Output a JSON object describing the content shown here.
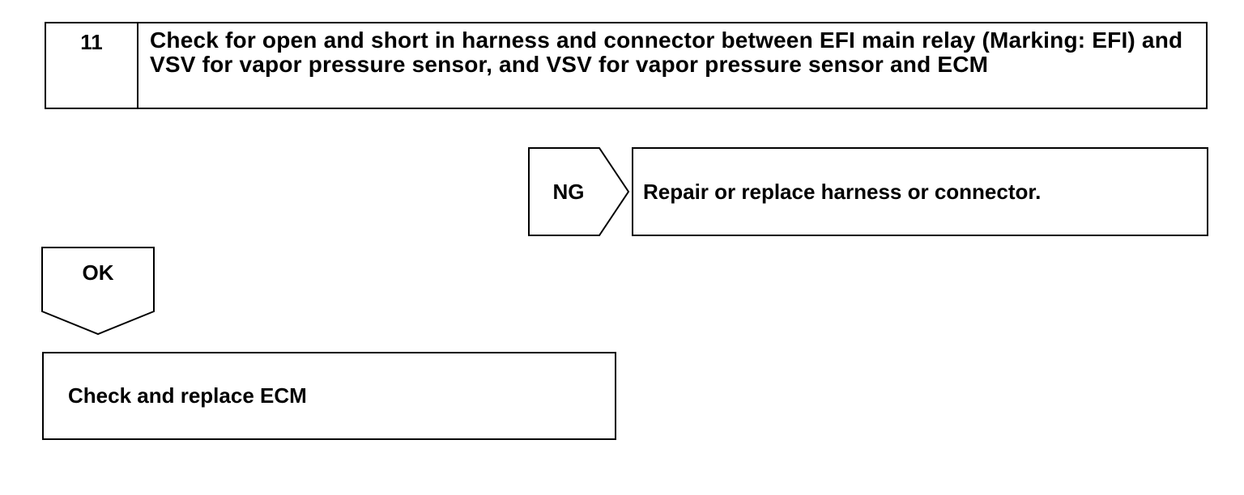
{
  "step": {
    "number": "11",
    "title": "Check for open and short in harness and connector between EFI main relay (Marking: EFI) and VSV for vapor pressure sensor, and VSV for vapor pressure sensor and ECM"
  },
  "ng_branch": {
    "label": "NG",
    "action": "Repair or replace harness or connector."
  },
  "ok_branch": {
    "label": "OK",
    "action": "Check and replace ECM"
  }
}
